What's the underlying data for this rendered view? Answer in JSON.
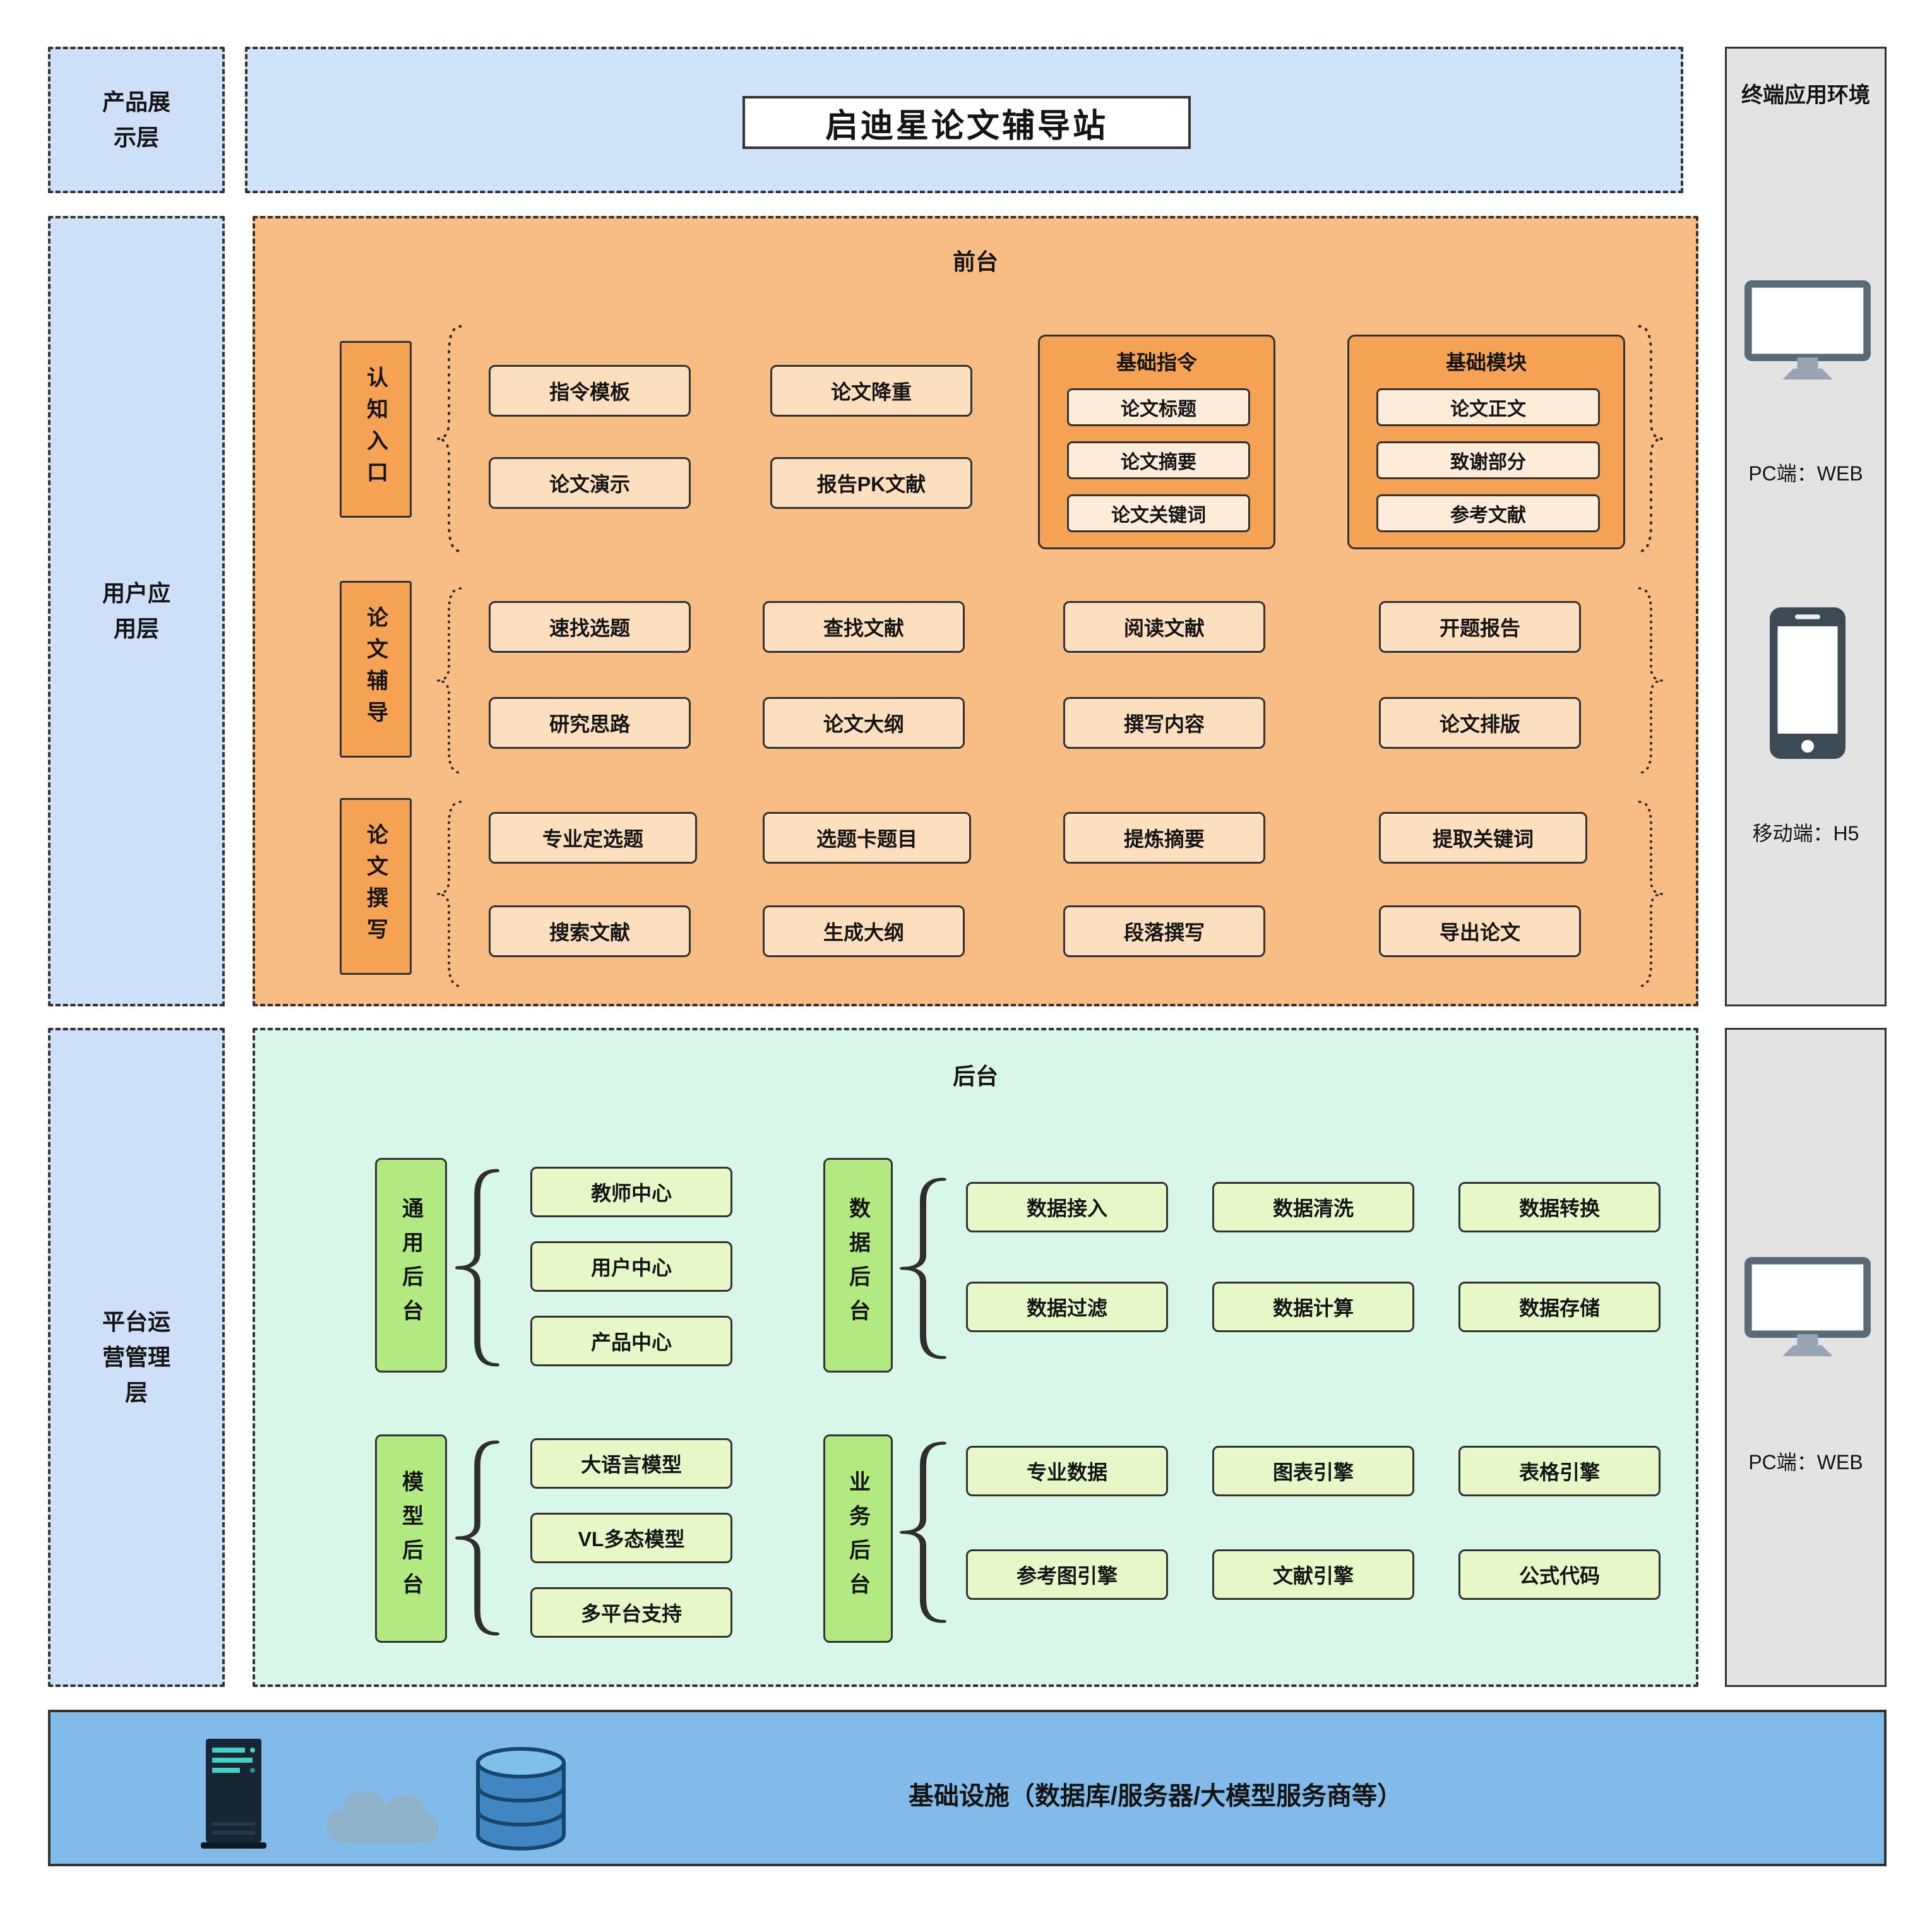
{
  "header": {
    "title": "启迪星论文辅导站"
  },
  "layers": [
    "产品展\n示层",
    "用户应\n用层",
    "平台运\n营管理\n层"
  ],
  "env": {
    "title": "终端应用环境",
    "pc_label": "PC端：WEB",
    "mobile_label": "移动端：H5",
    "pc_label2": "PC端：WEB",
    "icons": [
      "monitor-icon",
      "smartphone-icon",
      "monitor-icon"
    ]
  },
  "frontend": {
    "title": "前台",
    "rows": [
      {
        "label": "认知入口",
        "items": [
          "指令模板",
          "论文演示",
          "论文降重",
          "报告PK文献"
        ],
        "groups": [
          {
            "title": "基础指令",
            "items": [
              "论文标题",
              "论文摘要",
              "论文关键词"
            ]
          },
          {
            "title": "基础模块",
            "items": [
              "论文正文",
              "致谢部分",
              "参考文献"
            ]
          }
        ]
      },
      {
        "label": "论文辅导",
        "items": [
          "速找选题",
          "研究思路",
          "查找文献",
          "论文大纲",
          "阅读文献",
          "撰写内容",
          "开题报告",
          "论文排版"
        ]
      },
      {
        "label": "论文撰写",
        "items": [
          "专业定选题",
          "搜索文献",
          "选题卡题目",
          "生成大纲",
          "提炼摘要",
          "段落撰写",
          "提取关键词",
          "导出论文"
        ]
      }
    ]
  },
  "backend": {
    "title": "后台",
    "sections": [
      {
        "label": "通用后台",
        "items": [
          "教师中心",
          "用户中心",
          "产品中心"
        ]
      },
      {
        "label": "数据后台",
        "items": [
          "数据接入",
          "数据清洗",
          "数据转换",
          "数据过滤",
          "数据计算",
          "数据存储"
        ]
      },
      {
        "label": "模型后台",
        "items": [
          "大语言模型",
          "VL多态模型",
          "多平台支持"
        ]
      },
      {
        "label": "业务后台",
        "items": [
          "专业数据",
          "图表引擎",
          "表格引擎",
          "参考图引擎",
          "文献引擎",
          "公式代码"
        ]
      }
    ]
  },
  "infrastructure": {
    "label": "基础设施（数据库/服务器/大模型服务商等）",
    "icons": [
      "server-icon",
      "cloud-icon",
      "database-icon"
    ]
  },
  "colors": {
    "layer_blue": "#cde0f7",
    "band_blue": "#cfe3f9",
    "frontend_orange": "#f8bd85",
    "frontend_item": "#fbdfbf",
    "frontend_group": "#f6a254",
    "frontend_group_item": "#fdecd9",
    "backend_green": "#d9f7e8",
    "backend_label_green": "#b2ea81",
    "backend_item_green": "#e7f8c8",
    "env_gray": "#e3e3e3",
    "infra_blue": "#82bbea",
    "border_dark": "#333333"
  }
}
